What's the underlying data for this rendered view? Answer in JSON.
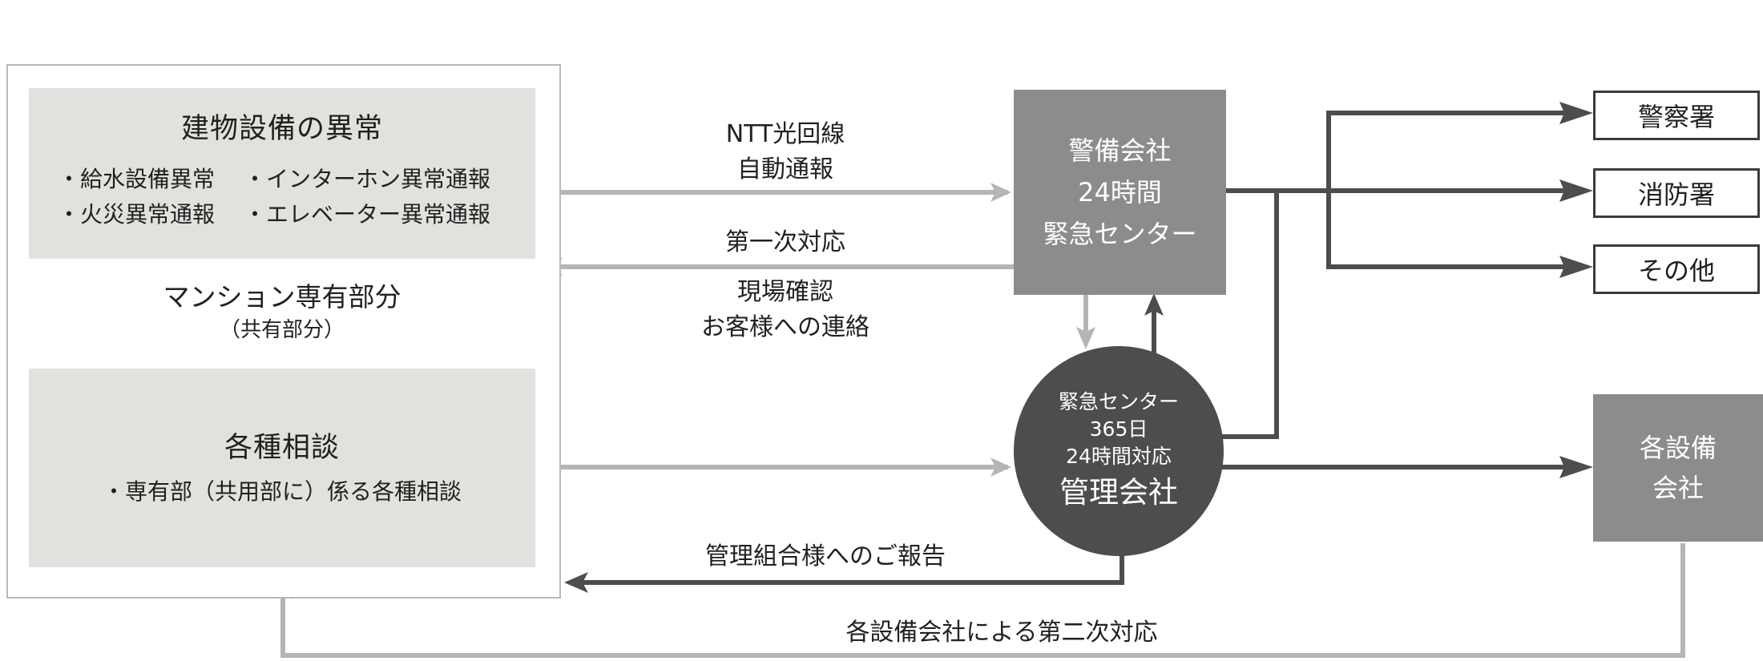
{
  "left": {
    "top_title": "建物設備の異常",
    "bullets_col1": [
      "・給水設備異常",
      "・火災異常通報"
    ],
    "bullets_col2": [
      "・インターホン異常通報",
      "・エレベーター異常通報"
    ],
    "middle_title": "マンション専有部分",
    "middle_sub": "（共有部分）",
    "bottom_title": "各種相談",
    "bottom_item": "・専有部（共用部に）係る各種相談"
  },
  "flows": {
    "ntt_line1": "NTT光回線",
    "ntt_line2": "自動通報",
    "first_response": "第一次対応",
    "onsite_line1": "現場確認",
    "onsite_line2": "お客様への連絡",
    "report": "管理組合様へのご報告",
    "second_response": "各設備会社による第二次対応"
  },
  "security_center": {
    "line1": "警備会社",
    "line2": "24時間",
    "line3": "緊急センター"
  },
  "management": {
    "line1": "緊急センター",
    "line2": "365日",
    "line3": "24時間対応",
    "line4": "管理会社"
  },
  "destinations": {
    "police": "警察署",
    "fire": "消防署",
    "other": "その他"
  },
  "equipment": {
    "line1": "各設備",
    "line2": "会社"
  },
  "colors": {
    "light_arrow": "#b5b5b5",
    "dark_arrow": "#4d4d4d",
    "gray_box": "#8c8c8c",
    "panel": "#e1e2de"
  }
}
